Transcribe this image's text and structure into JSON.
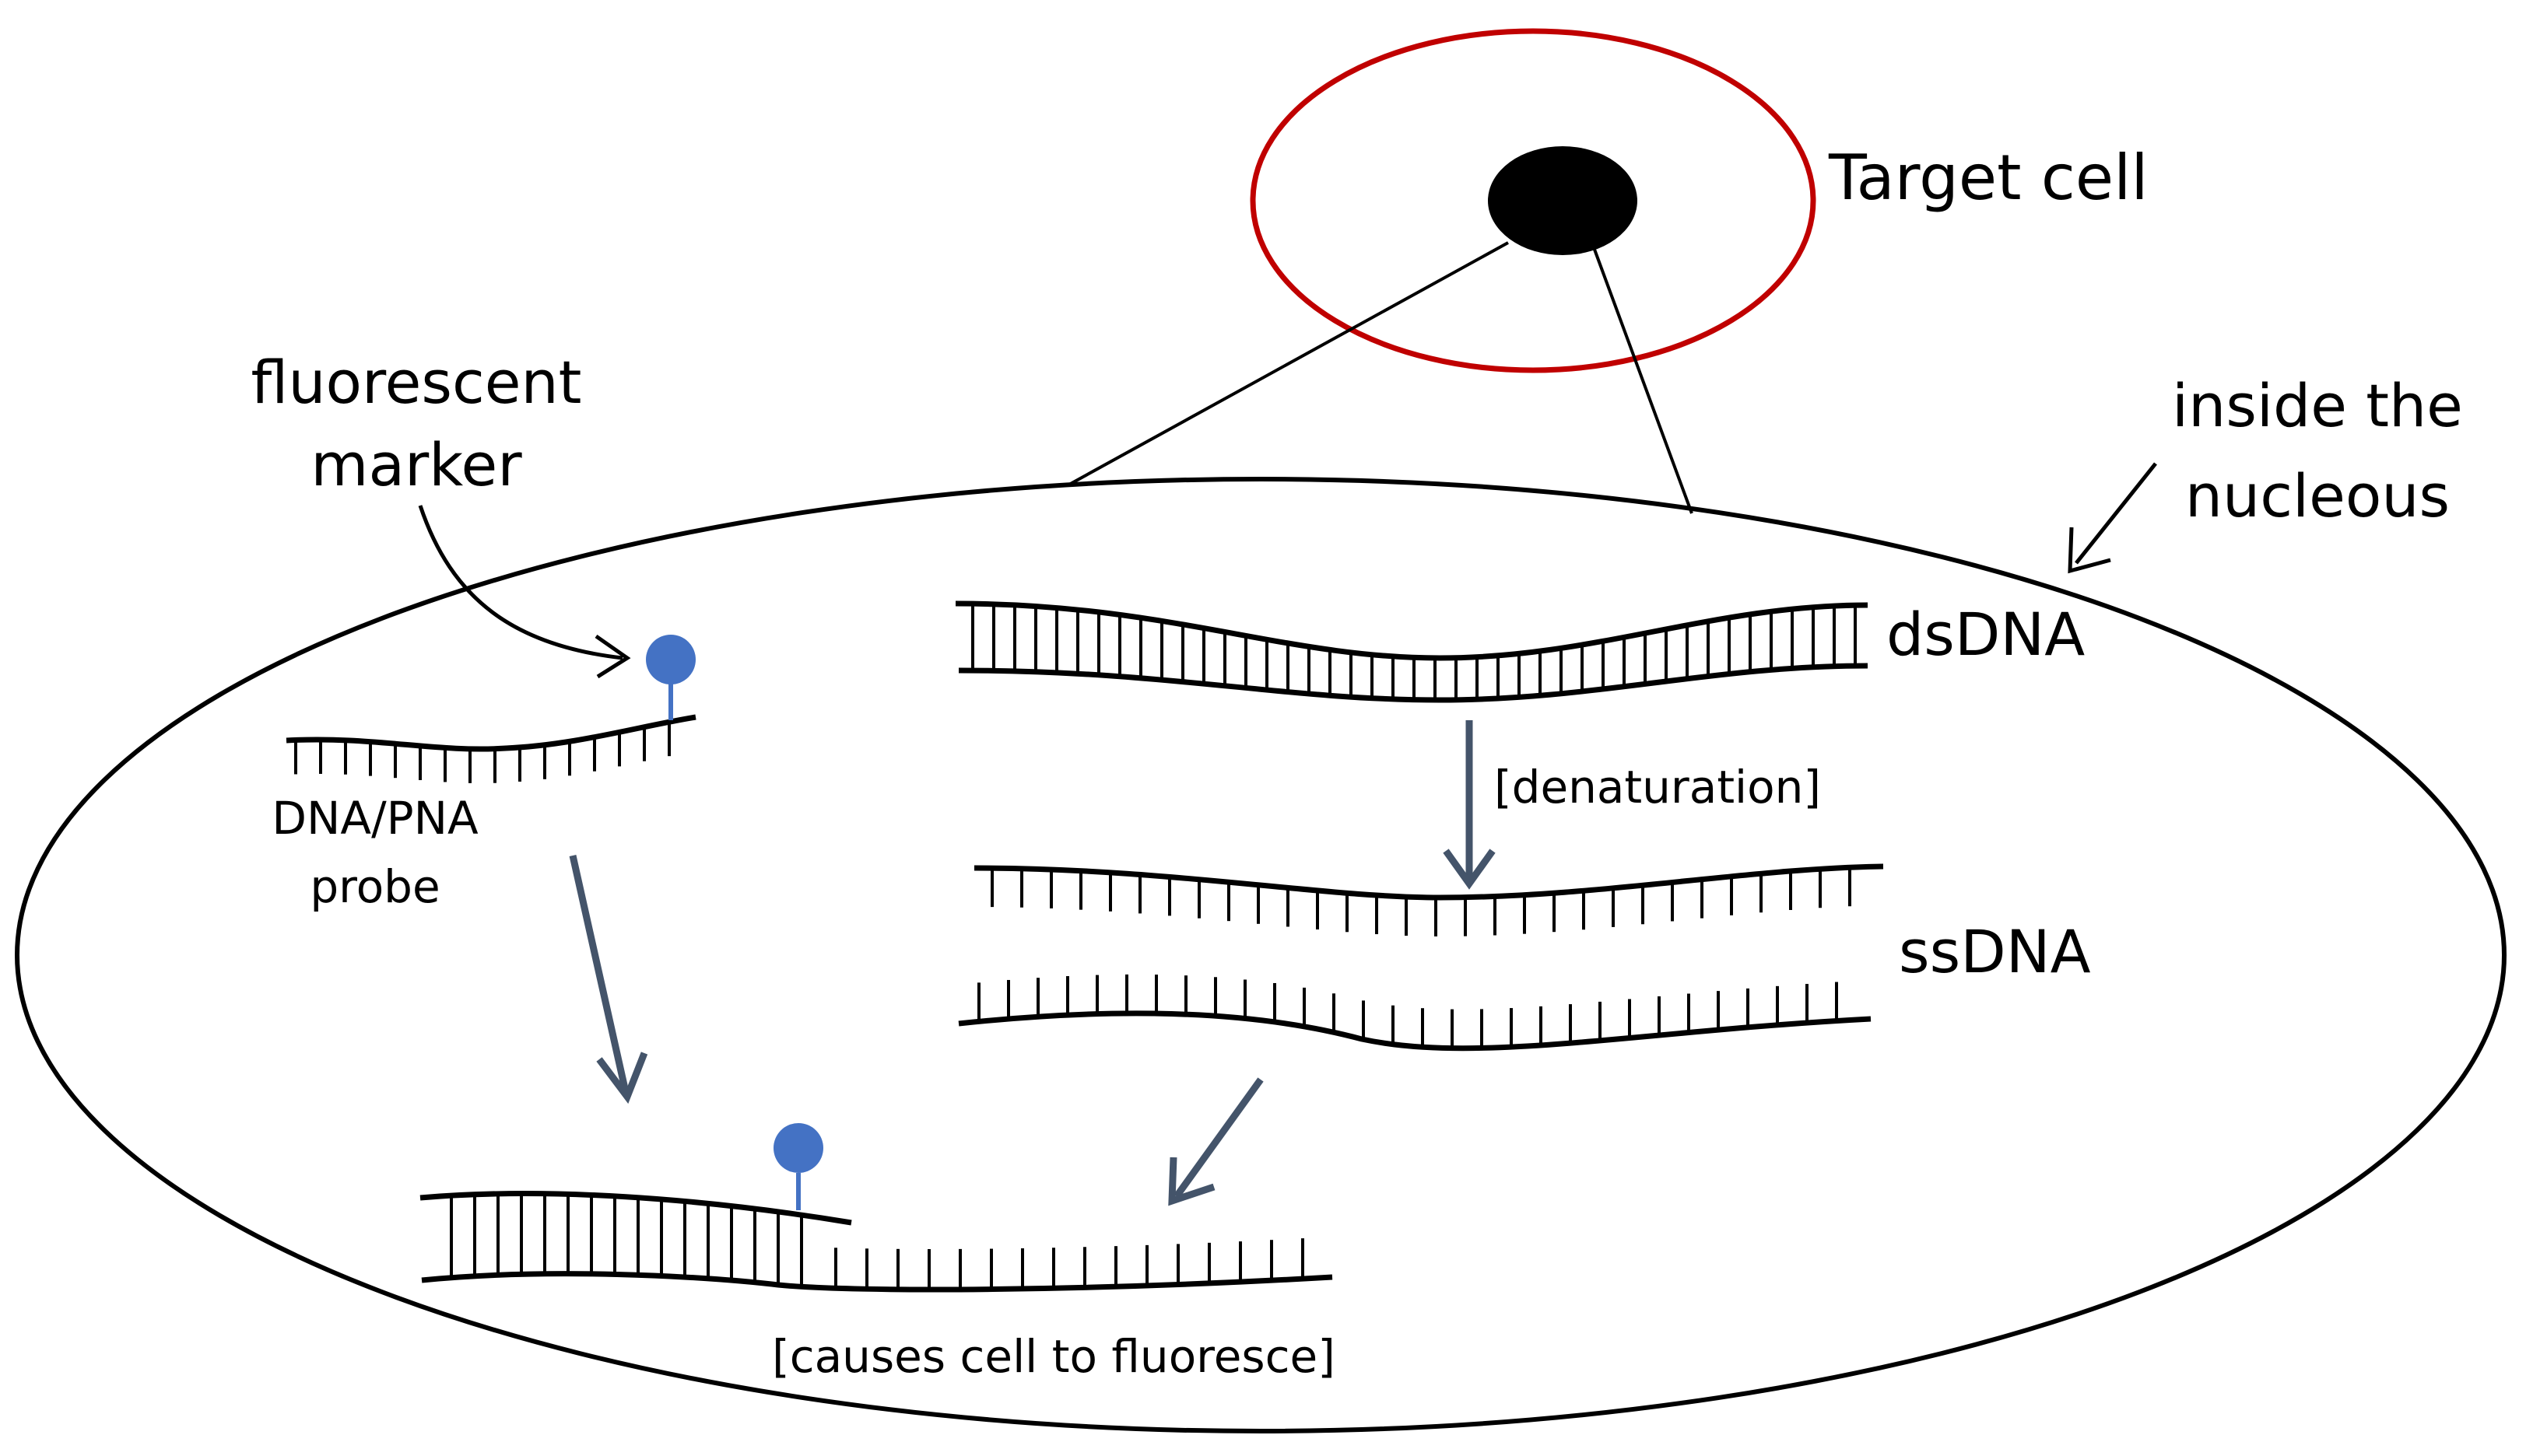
{
  "labels": {
    "target_cell": "Target cell",
    "fluorescent_marker_line1": "fluorescent",
    "fluorescent_marker_line2": "marker",
    "inside_nucleus_line1": "inside the",
    "inside_nucleus_line2": "nucleous",
    "dsdna": "dsDNA",
    "denaturation": "[denaturation]",
    "ssdna": "ssDNA",
    "probe_line1": "DNA/PNA",
    "probe_line2": "probe",
    "result": "[causes cell to fluoresce]"
  },
  "colors": {
    "cell_outline": "#c00000",
    "nucleus_fill": "#000000",
    "marker": "#4472c4",
    "process_arrow": "#44546a",
    "ink": "#000000"
  }
}
